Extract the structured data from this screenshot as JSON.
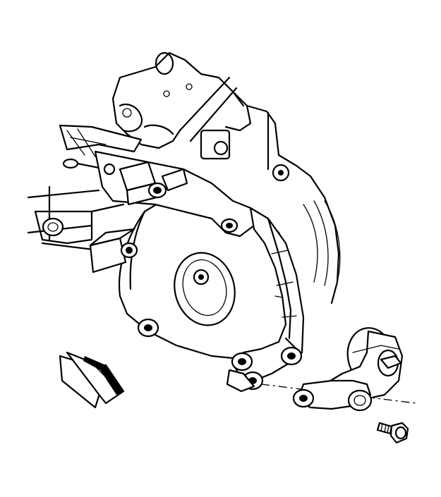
{
  "diagram": {
    "parts": [
      "engine-block",
      "timing-cover",
      "mount-bracket",
      "engine-mount",
      "mount-bolt",
      "front-indicator-arrow"
    ],
    "colors": {
      "line": "#000000",
      "background": "#ffffff"
    }
  }
}
